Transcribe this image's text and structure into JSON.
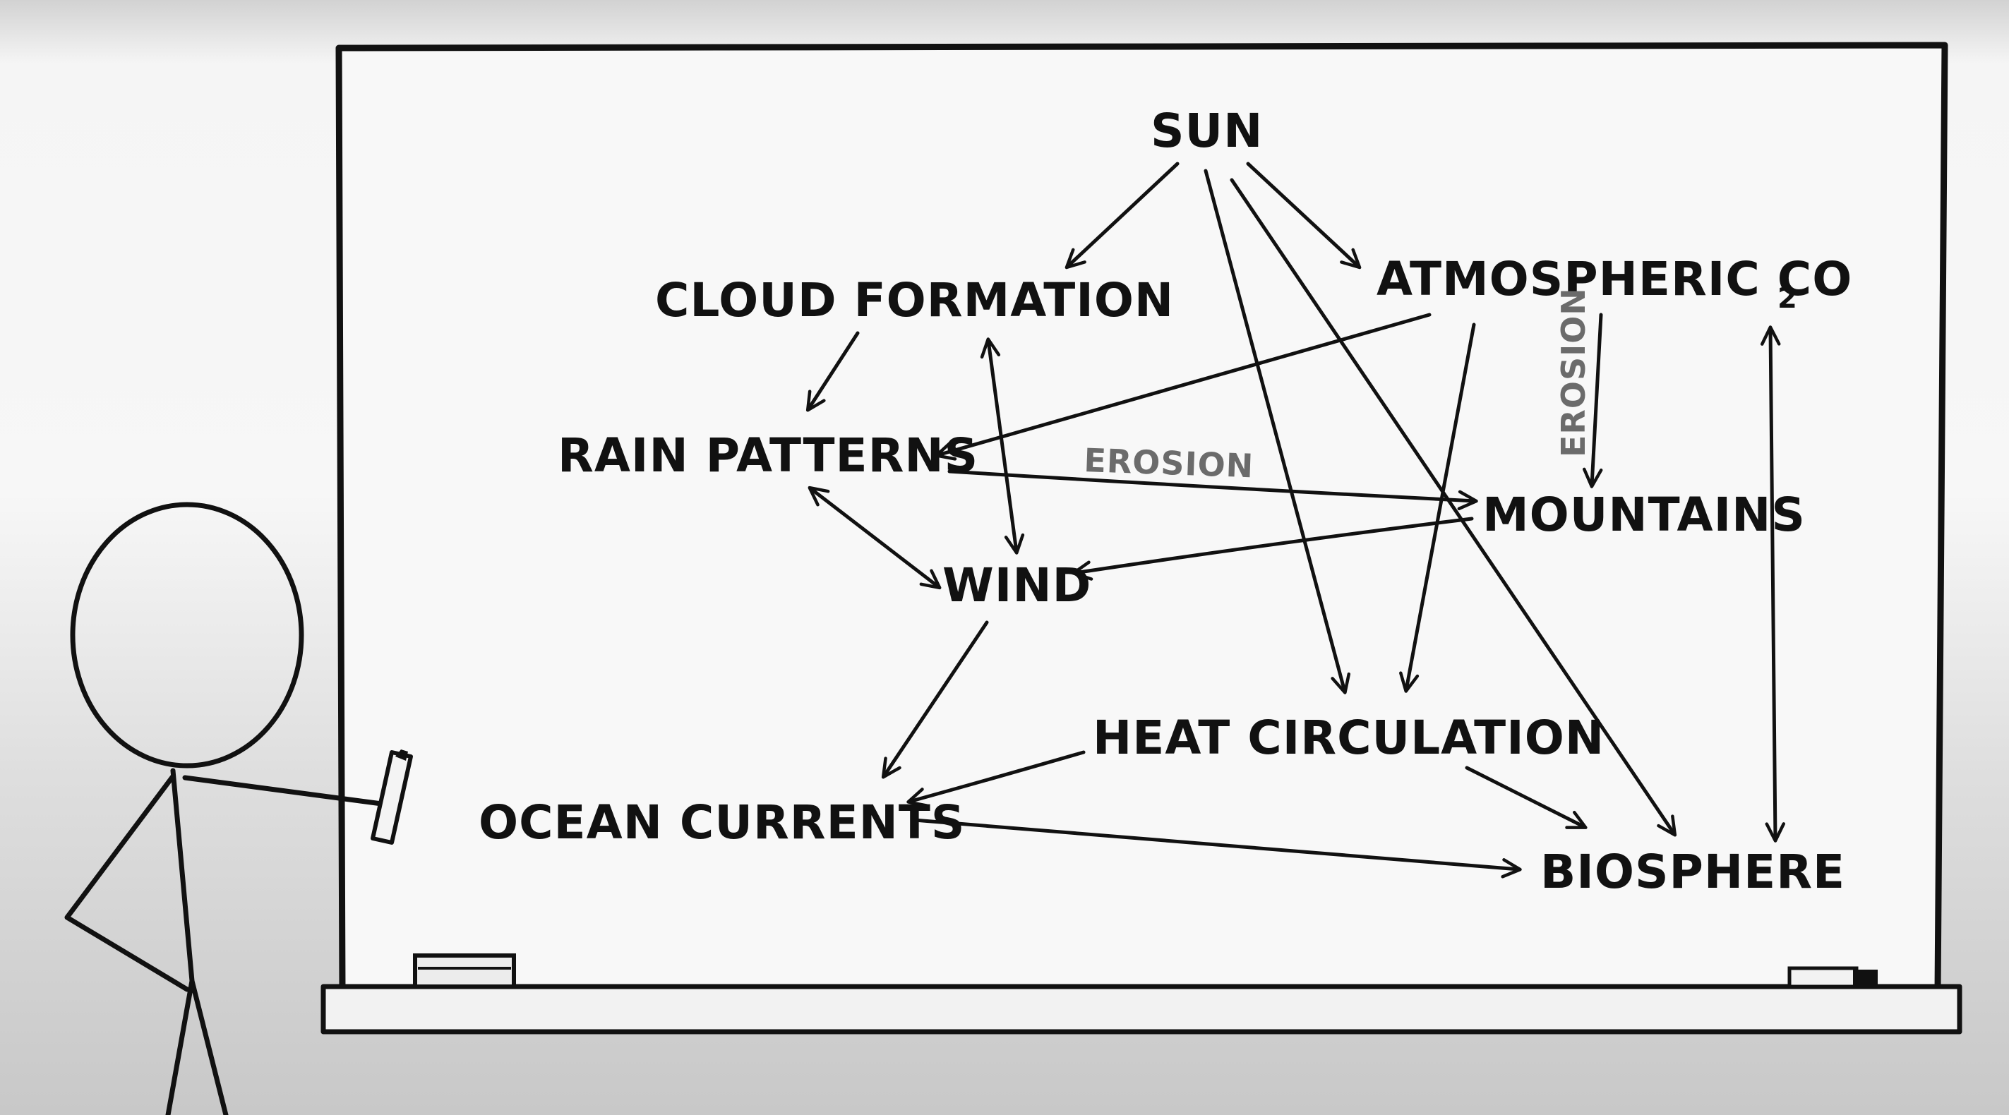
{
  "diagram": {
    "nodes": [
      {
        "id": "sun",
        "label": "SUN"
      },
      {
        "id": "cloud_formation",
        "label": "CLOUD FORMATION"
      },
      {
        "id": "atmospheric_co2",
        "label": "ATMOSPHERIC CO",
        "subscript": "2"
      },
      {
        "id": "rain_patterns",
        "label": "RAIN PATTERNS"
      },
      {
        "id": "mountains",
        "label": "MOUNTAINS"
      },
      {
        "id": "wind",
        "label": "WIND"
      },
      {
        "id": "heat_circulation",
        "label": "HEAT CIRCULATION"
      },
      {
        "id": "ocean_currents",
        "label": "OCEAN CURRENTS"
      },
      {
        "id": "biosphere",
        "label": "BIOSPHERE"
      }
    ],
    "edges": [
      {
        "from": "sun",
        "to": "cloud_formation",
        "direction": "forward"
      },
      {
        "from": "sun",
        "to": "atmospheric_co2",
        "direction": "forward"
      },
      {
        "from": "sun",
        "to": "heat_circulation",
        "direction": "forward"
      },
      {
        "from": "sun",
        "to": "biosphere",
        "direction": "forward"
      },
      {
        "from": "cloud_formation",
        "to": "rain_patterns",
        "direction": "forward"
      },
      {
        "from": "cloud_formation",
        "to": "wind",
        "direction": "both"
      },
      {
        "from": "atmospheric_co2",
        "to": "rain_patterns",
        "direction": "forward"
      },
      {
        "from": "atmospheric_co2",
        "to": "mountains",
        "direction": "forward",
        "label": "EROSION"
      },
      {
        "from": "atmospheric_co2",
        "to": "heat_circulation",
        "direction": "forward"
      },
      {
        "from": "atmospheric_co2",
        "to": "biosphere",
        "direction": "both"
      },
      {
        "from": "rain_patterns",
        "to": "mountains",
        "direction": "forward",
        "label": "EROSION"
      },
      {
        "from": "rain_patterns",
        "to": "wind",
        "direction": "both"
      },
      {
        "from": "mountains",
        "to": "wind",
        "direction": "forward"
      },
      {
        "from": "wind",
        "to": "ocean_currents",
        "direction": "forward"
      },
      {
        "from": "heat_circulation",
        "to": "ocean_currents",
        "direction": "forward"
      },
      {
        "from": "heat_circulation",
        "to": "biosphere",
        "direction": "forward"
      },
      {
        "from": "ocean_currents",
        "to": "biosphere",
        "direction": "forward"
      }
    ],
    "annotations": {
      "erosion_horizontal": "EROSION",
      "erosion_vertical": "EROSION"
    }
  },
  "colors": {
    "ink": "#111111",
    "annotation_ink": "#6b6b6b",
    "board": "#f8f8f8",
    "background": "#ececec"
  },
  "icons": {
    "presenter": "stick-figure-icon",
    "marker": "marker-icon",
    "eraser": "eraser-icon"
  }
}
